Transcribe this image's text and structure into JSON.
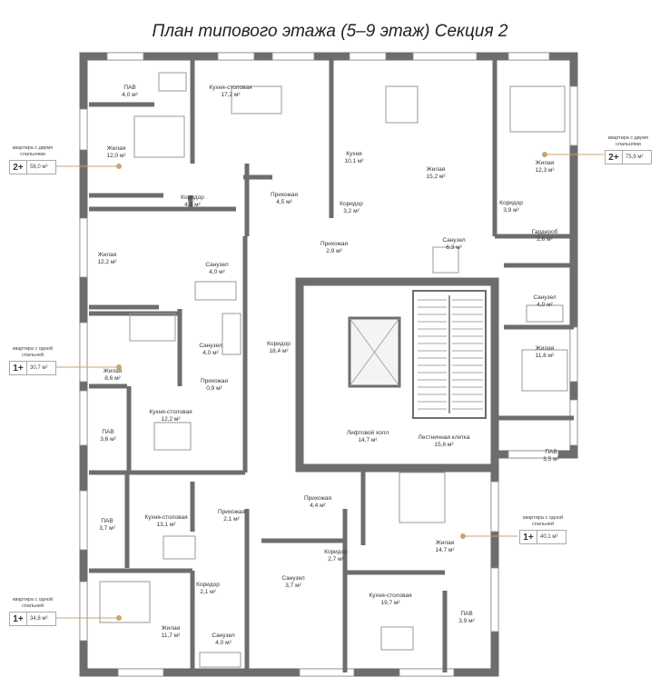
{
  "title": "План типового этажа (5–9 этаж) Секция 2",
  "colors": {
    "wall": "#6d6d6d",
    "accent": "#c9a570",
    "furniture": "#9a9a9a",
    "floor": "#ffffff"
  },
  "rooms": [
    {
      "name": "ПАВ",
      "area": "4,0 м²"
    },
    {
      "name": "Кухня-столовая",
      "area": "17,2 м²"
    },
    {
      "name": "Жилая",
      "area": "12,0 м²"
    },
    {
      "name": "Коридор",
      "area": "4,1 м²"
    },
    {
      "name": "Прихожая",
      "area": "4,5 м²"
    },
    {
      "name": "Кухня",
      "area": "10,1 м²"
    },
    {
      "name": "Жилая",
      "area": "15,2 м²"
    },
    {
      "name": "Коридор",
      "area": "3,2 м²"
    },
    {
      "name": "Жилая",
      "area": "12,3 м²"
    },
    {
      "name": "Коридор",
      "area": "3,9 м²"
    },
    {
      "name": "Гардероб",
      "area": "2,6 м²"
    },
    {
      "name": "Прихожая",
      "area": "2,9 м²"
    },
    {
      "name": "Санузел",
      "area": "6,3 м²"
    },
    {
      "name": "Жилая",
      "area": "12,2 м²"
    },
    {
      "name": "Санузел",
      "area": "4,0 м²"
    },
    {
      "name": "Санузел",
      "area": "4,0 м²"
    },
    {
      "name": "Коридор",
      "area": "18,4 м²"
    },
    {
      "name": "Санузел",
      "area": "4,0 м²"
    },
    {
      "name": "Жилая",
      "area": "8,6 м²"
    },
    {
      "name": "Прихожая",
      "area": "0,9 м²"
    },
    {
      "name": "Жилая",
      "area": "11,6 м²"
    },
    {
      "name": "Кухня-столовая",
      "area": "12,2 м²"
    },
    {
      "name": "ПАВ",
      "area": "3,6 м²"
    },
    {
      "name": "Лифтовой холл",
      "area": "14,7 м²"
    },
    {
      "name": "Лестничная клетка",
      "area": "15,6 м²"
    },
    {
      "name": "ПАВ",
      "area": "3,5 м²"
    },
    {
      "name": "Прихожая",
      "area": "4,4 м²"
    },
    {
      "name": "ПАВ",
      "area": "3,7 м²"
    },
    {
      "name": "Кухня-столовая",
      "area": "13,1 м²"
    },
    {
      "name": "Прихожая",
      "area": "2,1 м²"
    },
    {
      "name": "Коридор",
      "area": "2,7 м²"
    },
    {
      "name": "Жилая",
      "area": "14,7 м²"
    },
    {
      "name": "Коридор",
      "area": "2,1 м²"
    },
    {
      "name": "Санузел",
      "area": "3,7 м²"
    },
    {
      "name": "Кухня-столовая",
      "area": "19,7 м²"
    },
    {
      "name": "ПАВ",
      "area": "3,9 м²"
    },
    {
      "name": "Жилая",
      "area": "11,7 м²"
    },
    {
      "name": "Санузел",
      "area": "4,0 м²"
    }
  ],
  "apartments": [
    {
      "caption": "квартира с двумя спальнями",
      "type": "2+",
      "area": "58,0 м²"
    },
    {
      "caption": "квартира с двумя спальнями",
      "type": "2+",
      "area": "75,9 м²"
    },
    {
      "caption": "квартира с одной спальней",
      "type": "1+",
      "area": "30,7 м²"
    },
    {
      "caption": "квартира с одной спальней",
      "type": "1+",
      "area": "40,1 м²"
    },
    {
      "caption": "квартира с одной спальней",
      "type": "1+",
      "area": "34,8 м²"
    }
  ]
}
